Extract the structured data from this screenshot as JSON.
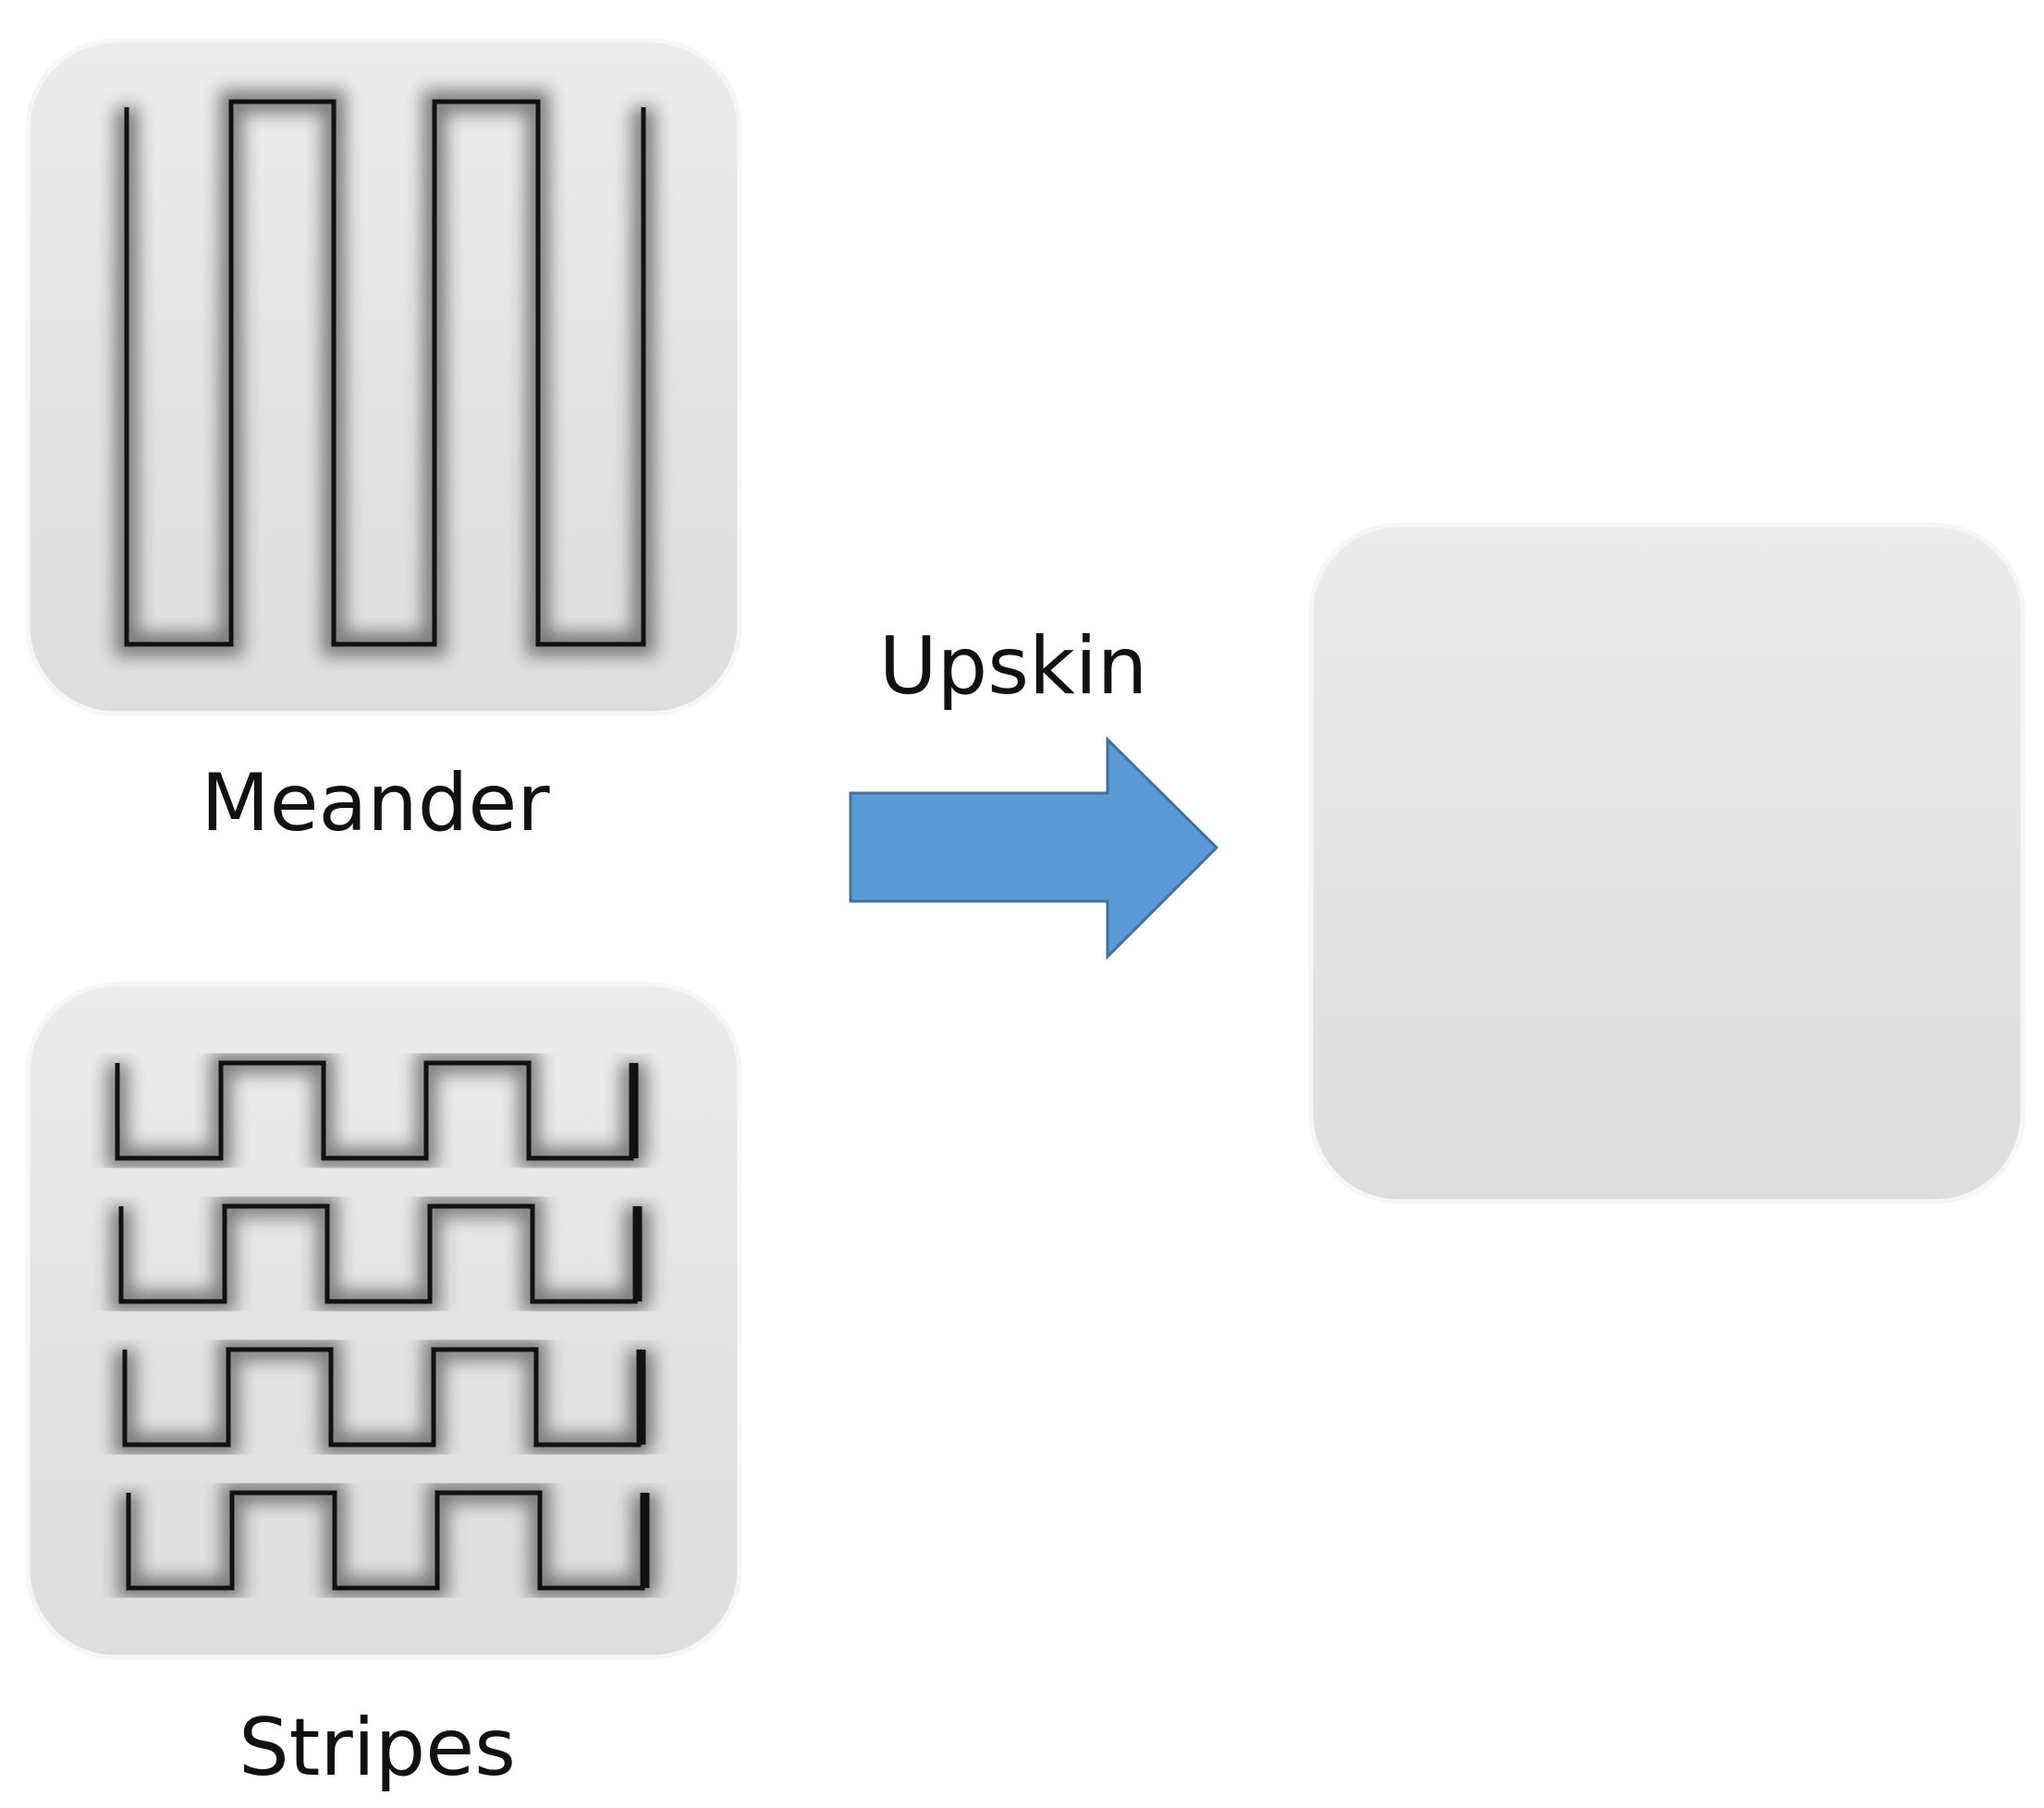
{
  "diagram": {
    "labels": {
      "meander": "Meander",
      "stripes": "Stripes",
      "arrow": "Upskin"
    },
    "colors": {
      "tile_fill": "#e3e3e3",
      "scan_path": "#111111",
      "arrow_fill": "#5b9bd5",
      "arrow_stroke": "#41719c"
    },
    "icons": {
      "meander_tile": "meander-scan-pattern-icon",
      "stripes_tile": "stripes-scan-pattern-icon",
      "result_tile": "blank-upskin-result-icon",
      "arrow": "right-arrow-icon"
    }
  }
}
